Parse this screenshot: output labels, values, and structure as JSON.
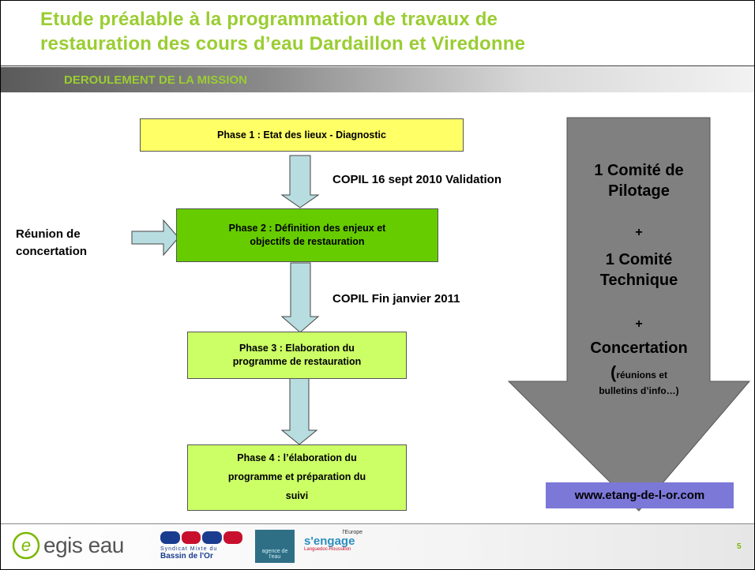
{
  "header": {
    "title": "Etude préalable à la programmation de travaux de\nrestauration des cours d’eau Dardaillon et Viredonne",
    "section": "DEROULEMENT DE LA MISSION"
  },
  "phases": [
    {
      "label": "Phase 1 : Etat des lieux - Diagnostic",
      "color": "#ffff66"
    },
    {
      "label": "Phase 2 : Définition des enjeux et\nobjectifs de restauration",
      "color": "#66cc00"
    },
    {
      "label": "Phase 3 : Elaboration du\nprogramme de restauration",
      "color": "#ccff66"
    },
    {
      "label": "Phase 4 : l’élaboration du\nprogramme et préparation du\nsuivi",
      "color": "#ccff66"
    }
  ],
  "notes": {
    "copil_1": "COPIL 16 sept 2010 Validation",
    "copil_2": "COPIL Fin janvier 2011",
    "reunion_line1": "Réunion de",
    "reunion_line2": "concertation"
  },
  "big_arrow": {
    "line1": "1 Comité de",
    "line2": "Pilotage",
    "plus1": "+",
    "line3": "1 Comité",
    "line4": "Technique",
    "plus2": "+",
    "line5": "Concertation",
    "paren": "(",
    "line6": "réunions et",
    "line7": "bulletins d’info…)"
  },
  "website": "www.etang-de-l-or.com",
  "footer": {
    "logo_egis": "egis eau",
    "logo_syndicat_line1": "Syndicat Mixte du",
    "logo_syndicat_line2": "Bassin de l'Or",
    "logo_agence": "agence de l'eau",
    "logo_europe": "l'Europe",
    "logo_engage": "s'engage",
    "logo_region": "Languedoc-Roussillon",
    "page_number": "5"
  },
  "colors": {
    "title": "#9acd32",
    "arrow_light": "#b8dde0",
    "big_arrow": "#808080",
    "website_bg": "#7b78d8"
  }
}
